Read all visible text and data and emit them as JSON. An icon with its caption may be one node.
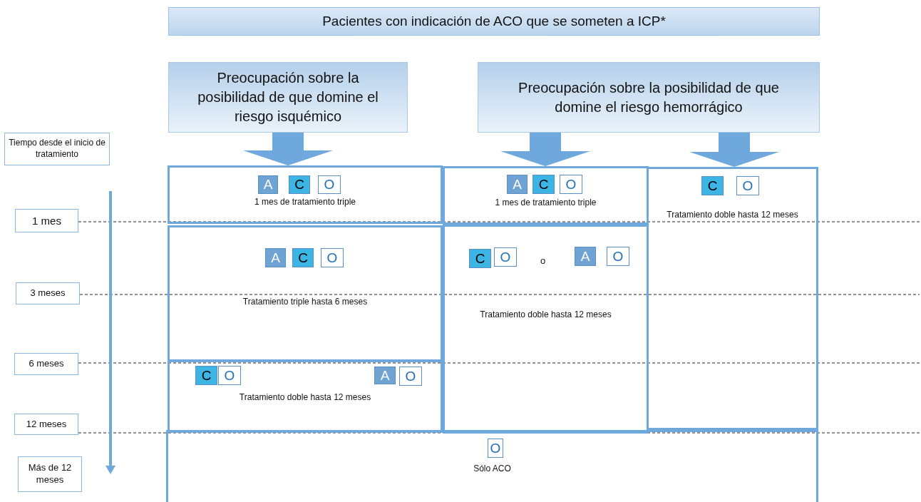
{
  "diagram": {
    "nodes": [
      {
        "text": [
          "Pacientes con indicación de ACO que se someten a ICP*"
        ]
      },
      {
        "text": [
          "Preocupación sobre la posibilidad de que domine el riesgo isquémico"
        ]
      },
      {
        "text": [
          "Preocupación sobre la posibilidad de que domine el riesgo hemorrágico"
        ]
      },
      {
        "text": [
          "Tiempo desde el inicio de tratamiento"
        ]
      },
      {
        "text": [
          "1 mes"
        ]
      },
      {
        "text": [
          "3 meses"
        ]
      },
      {
        "text": [
          "6 meses"
        ]
      },
      {
        "text": [
          "12 meses"
        ]
      },
      {
        "text": [
          "Más de 12 meses"
        ]
      },
      {
        "text": [
          "1 mes de tratamiento triple"
        ]
      },
      {
        "text": [
          "A"
        ],
        "in": 9
      },
      {
        "text": [
          "C"
        ],
        "in": 9
      },
      {
        "text": [
          "O"
        ],
        "in": 9
      },
      {
        "text": [
          "Tratamiento triple hasta 6 meses"
        ]
      },
      {
        "text": [
          "A"
        ],
        "in": 13
      },
      {
        "text": [
          "C"
        ],
        "in": 13
      },
      {
        "text": [
          "O"
        ],
        "in": 13
      },
      {
        "text": [
          "Tratamiento doble hasta 12 meses"
        ]
      },
      {
        "text": [
          "C"
        ],
        "in": 17
      },
      {
        "text": [
          "O"
        ],
        "in": 17
      },
      {
        "text": [
          "A"
        ],
        "in": 17
      },
      {
        "text": [
          "O"
        ],
        "in": 17
      },
      {
        "text": [
          "1 mes de tratamiento triple"
        ]
      },
      {
        "text": [
          "A"
        ],
        "in": 22
      },
      {
        "text": [
          "C"
        ],
        "in": 22
      },
      {
        "text": [
          "O"
        ],
        "in": 22
      },
      {
        "text": [
          "Tratamiento doble hasta 12 meses"
        ]
      },
      {
        "text": [
          "C"
        ],
        "in": 26
      },
      {
        "text": [
          "O"
        ],
        "in": 26
      },
      {
        "text": [
          "A"
        ],
        "in": 26
      },
      {
        "text": [
          "O"
        ],
        "in": 26
      },
      {
        "text": [
          "Tratamiento doble hasta 12 meses"
        ]
      },
      {
        "text": [
          "C"
        ],
        "in": 31
      },
      {
        "text": [
          "O"
        ],
        "in": 31
      },
      {
        "text": [
          "Sólo ACO"
        ]
      },
      {
        "text": [
          "O"
        ],
        "in": 34
      }
    ],
    "edges": [
      {
        "from": 1,
        "to": 9,
        "arrow": "to"
      },
      {
        "from": 2,
        "to": 22,
        "arrow": "to"
      },
      {
        "from": 2,
        "to": 31,
        "arrow": "to"
      }
    ],
    "labels": [
      "o"
    ]
  }
}
